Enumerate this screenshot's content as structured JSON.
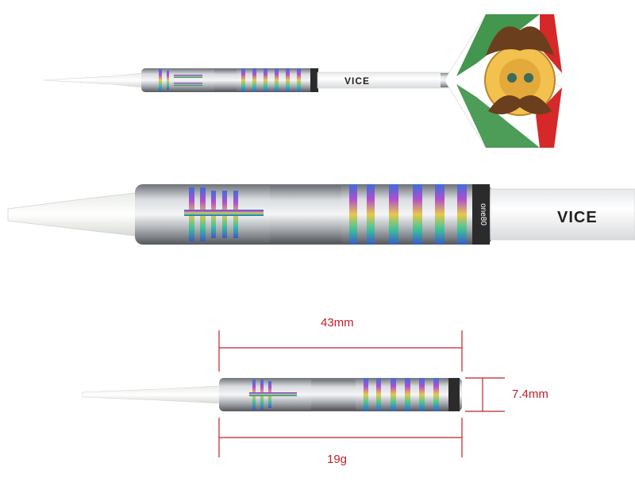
{
  "product": {
    "shaft_brand_small": "VICE",
    "shaft_brand_large": "VICE",
    "barrel_logo": "one80"
  },
  "dimensions": {
    "length_label": "43mm",
    "diameter_label": "7.4mm",
    "weight_label": "19g",
    "line_color": "#c0202a"
  },
  "flight": {
    "design": "mustache-face-icon",
    "colors": [
      "#d62828",
      "#2e8b3a",
      "#ffffff",
      "#f2c14e",
      "#6b3e1d"
    ]
  }
}
